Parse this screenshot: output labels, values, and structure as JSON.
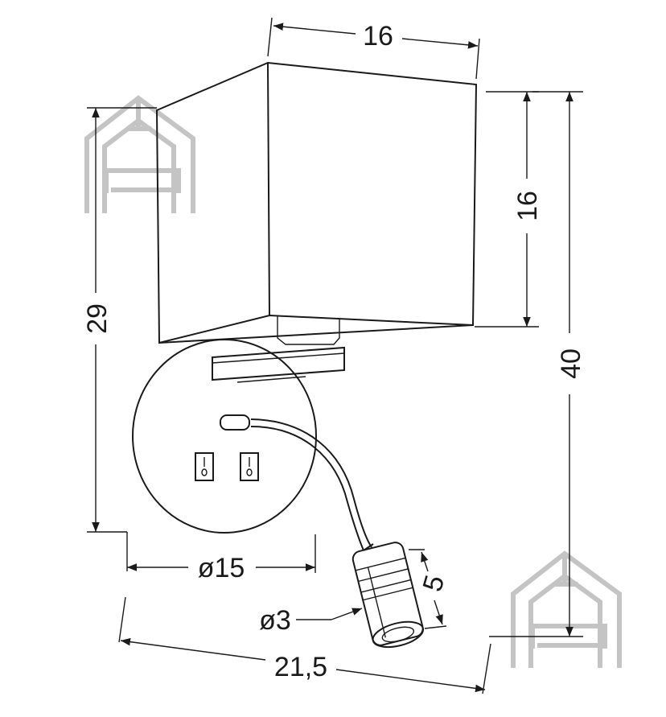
{
  "dimensions": {
    "shade_width": "16",
    "shade_height": "16",
    "total_height": "40",
    "mount_height": "29",
    "plate_diameter": "ø15",
    "led_length": "5",
    "led_diameter": "ø3",
    "total_depth": "21,5"
  },
  "colors": {
    "line": "#1a1a1a",
    "watermark": "#c4c4c4"
  },
  "icons": {
    "watermark": "house-sofa-logo"
  }
}
